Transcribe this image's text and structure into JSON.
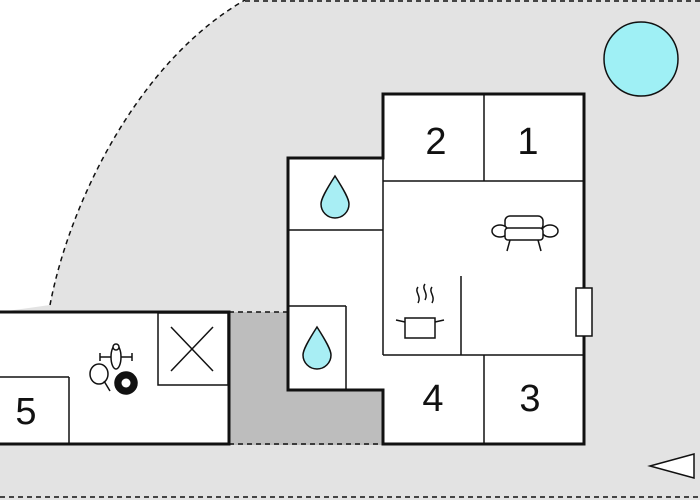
{
  "colors": {
    "terrace": "#e3e3e3",
    "carport": "#bdbdbd",
    "pool": "#9ff0f5",
    "water": "#a8eef4",
    "line": "#111111"
  },
  "icons": {
    "pool": "circle-pool-icon",
    "bathroom": "water-drop-icon",
    "living": "sofa-icon",
    "kitchen": "cooking-pot-icon",
    "activity": "table-tennis-billiard-icon",
    "storage": "cross-box-icon",
    "entrance": "triangle-marker-icon"
  },
  "rooms": {
    "r1": "1",
    "r2": "2",
    "r3": "3",
    "r4": "4",
    "r5": "5"
  }
}
